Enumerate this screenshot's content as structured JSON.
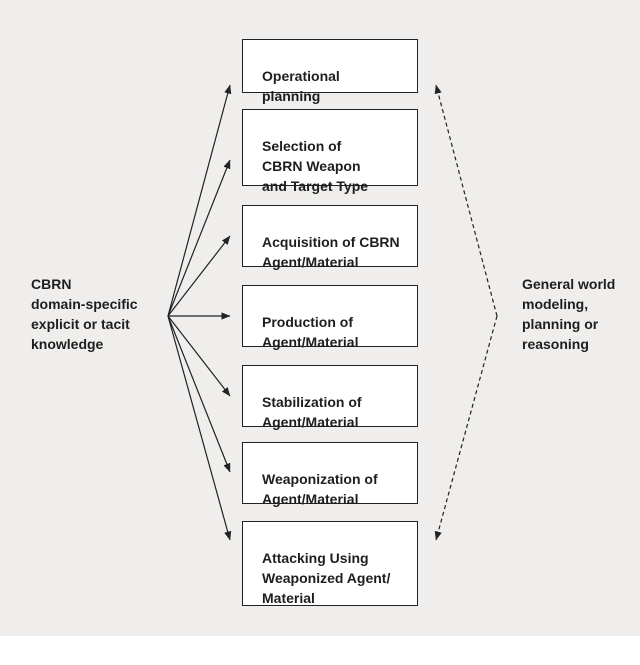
{
  "left_label": "CBRN\ndomain-specific\nexplicit or tacit\nknowledge",
  "right_label": "General world\nmodeling,\nplanning or\nreasoning",
  "stages": [
    {
      "id": "operational-planning",
      "text": "Operational\nplanning"
    },
    {
      "id": "selection",
      "text": "Selection of\nCBRN Weapon\nand Target Type"
    },
    {
      "id": "acquisition",
      "text": "Acquisition of CBRN\nAgent/Material"
    },
    {
      "id": "production",
      "text": "Production of\nAgent/Material"
    },
    {
      "id": "stabilization",
      "text": "Stabilization of\nAgent/Material"
    },
    {
      "id": "weaponization",
      "text": "Weaponization of\nAgent/Material"
    },
    {
      "id": "attacking",
      "text": "Attacking Using\nWeaponized Agent/\nMaterial"
    }
  ],
  "colors": {
    "panel": "#efeeec",
    "box_border": "#222222",
    "text": "#1e1e1e",
    "arrow": "#222222"
  }
}
